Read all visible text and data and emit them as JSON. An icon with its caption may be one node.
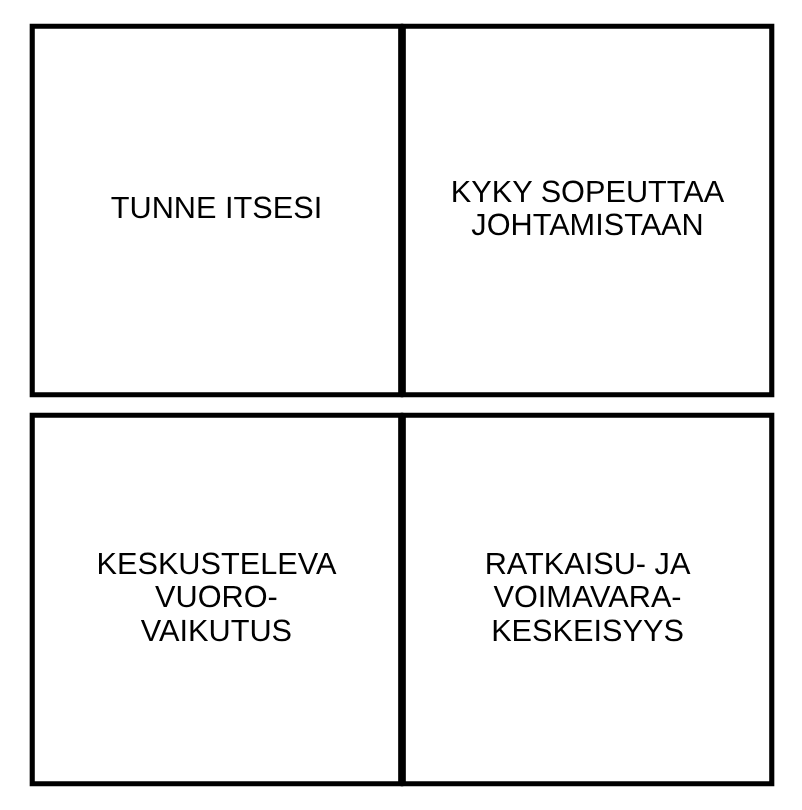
{
  "diagram": {
    "nodes": [
      {
        "text": [
          "TUNNE ITSESI"
        ]
      },
      {
        "text": [
          "KYKY SOPEUTTAA JOHTAMISTAAN"
        ]
      },
      {
        "text": [
          "KESKUSTELEVA VUORO- VAIKUTUS"
        ]
      },
      {
        "text": [
          "RATKAISU- JA VOIMAVARA- KESKEISYYS"
        ]
      }
    ]
  }
}
